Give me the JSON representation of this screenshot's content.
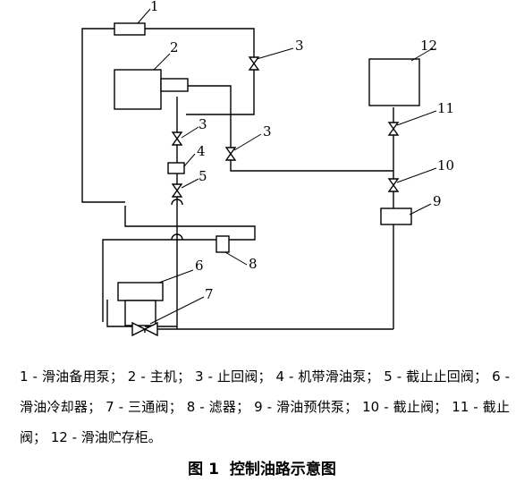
{
  "diagram": {
    "labels": {
      "n1": "1",
      "n2": "2",
      "n3a": "3",
      "n3b": "3",
      "n3c": "3",
      "n4": "4",
      "n5": "5",
      "n6": "6",
      "n7": "7",
      "n8": "8",
      "n9": "9",
      "n10": "10",
      "n11": "11",
      "n12": "12"
    }
  },
  "legend": "1 - 滑油备用泵； 2 - 主机； 3 - 止回阀； 4 - 机带滑油泵； 5 - 截止止回阀； 6 - 滑油冷却器； 7 - 三通阀； 8 - 滤器； 9 - 滑油预供泵； 10 - 截止阀； 11 - 截止阀； 12 - 滑油贮存柜。",
  "figure": {
    "number": "图 1",
    "title": "控制油路示意图"
  }
}
